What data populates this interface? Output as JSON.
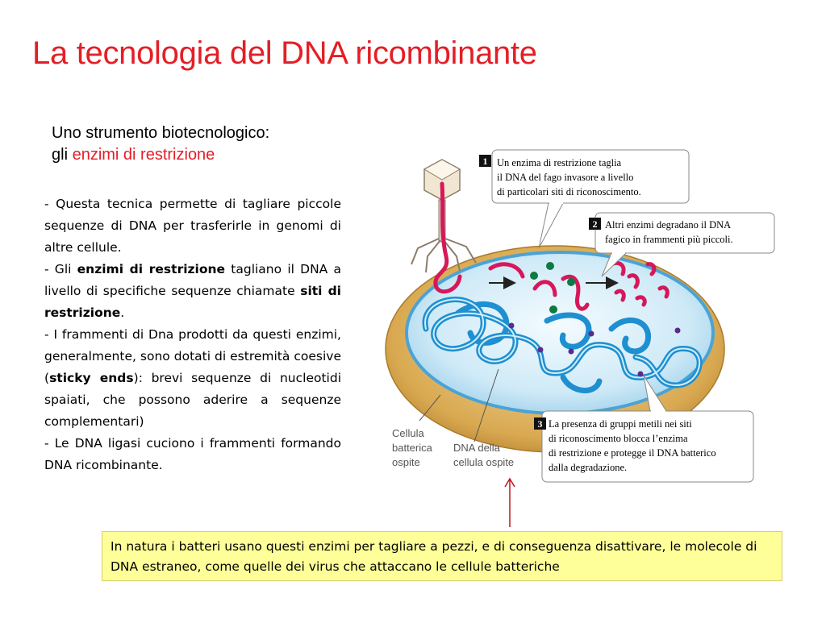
{
  "slide": {
    "title": "La tecnologia del DNA ricombinante"
  },
  "subtitle": {
    "line1": "Uno strumento biotecnologico:",
    "line2_prefix": "gli ",
    "line2_highlight": "enzimi di restrizione"
  },
  "bullets": {
    "b1": "- Questa tecnica permette di tagliare piccole sequenze di DNA per trasferirle in genomi di altre cellule.",
    "b2_pre": "- Gli ",
    "b2_bold1": "enzimi di restrizione",
    "b2_mid": " tagliano il DNA a livello di specifiche sequenze chiamate ",
    "b2_bold2": "siti di restrizione",
    "b2_post": ".",
    "b3_pre": "- I frammenti di Dna prodotti da questi enzimi, generalmente, sono dotati di estremità coesive (",
    "b3_bold": "sticky ends",
    "b3_post": "): brevi sequenze di nucleotidi spaiati, che possono aderire a sequenze complementari)",
    "b4": "- Le DNA ligasi cuciono i frammenti formando DNA ricombinante."
  },
  "figure": {
    "callout1": {
      "number": "1",
      "lines": [
        "Un enzima di restrizione taglia",
        "il DNA del fago invasore a livello",
        "di particolari siti di riconoscimento."
      ]
    },
    "callout2": {
      "number": "2",
      "lines": [
        "Altri enzimi degradano il DNA",
        "fagico in frammenti più piccoli."
      ]
    },
    "callout3": {
      "number": "3",
      "lines": [
        "La presenza di gruppi metili nei siti",
        "di riconoscimento blocca l’enzima",
        "di restrizione e protegge il DNA batterico",
        "dalla degradazione."
      ]
    },
    "label_cell": [
      "Cellula",
      "batterica",
      "ospite"
    ],
    "label_dna": [
      "DNA della",
      "cellula ospite"
    ]
  },
  "note": {
    "text": "In natura i batteri usano questi enzimi per tagliare a pezzi, e di conseguenza disattivare, le molecole di DNA estraneo, come quelle dei virus che attaccano le cellule batteriche"
  },
  "colors": {
    "title_red": "#e41e26",
    "note_bg": "#ffff99",
    "dna_blue": "#1e8fd0",
    "phage_dna": "#d6185a",
    "enzyme_green": "#0c7a43",
    "methyl_purple": "#5b2a8c"
  }
}
